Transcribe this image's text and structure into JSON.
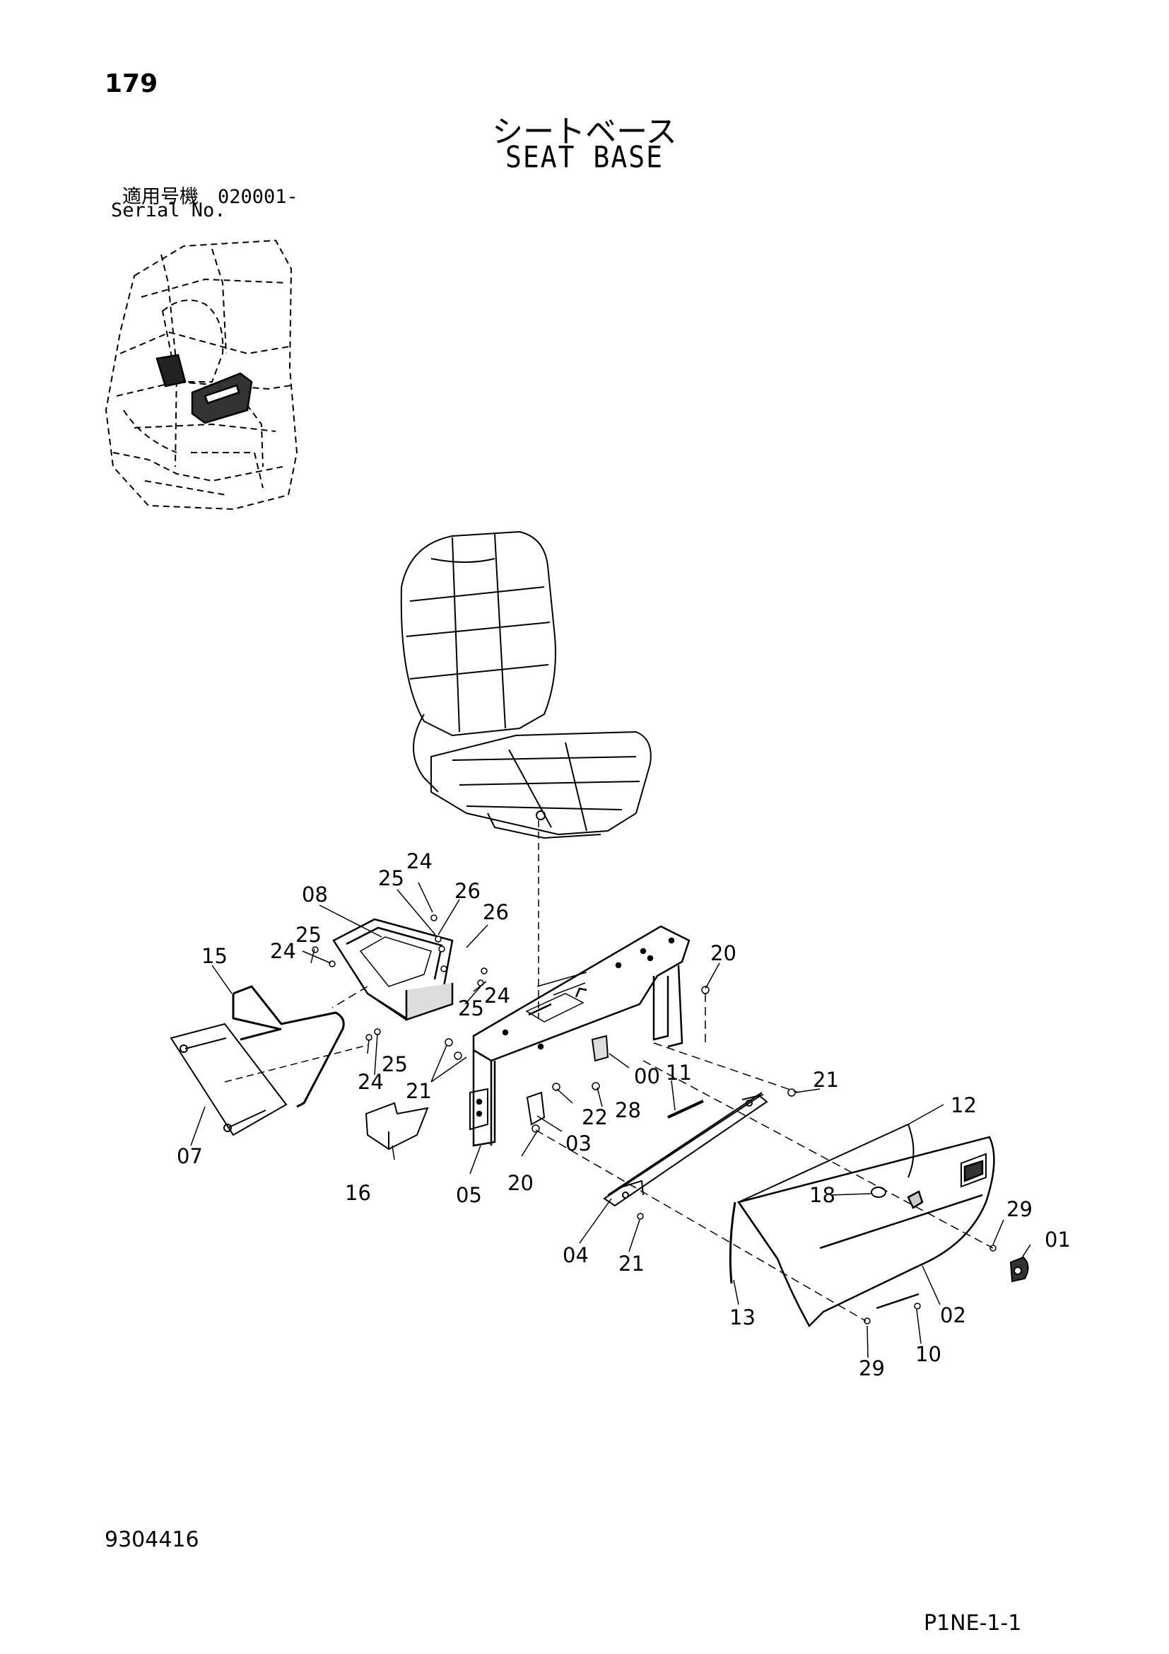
{
  "page": {
    "number": "179",
    "title_jp": "シートベース",
    "title_en": "SEAT BASE",
    "serial_jp": "適用号機　020001-",
    "serial_en": "Serial No.",
    "doc_number": "9304416",
    "page_code": "P1NE-1-1"
  },
  "callouts": [
    {
      "id": "c-24a",
      "label": "24"
    },
    {
      "id": "c-25a",
      "label": "25"
    },
    {
      "id": "c-08",
      "label": "08"
    },
    {
      "id": "c-26a",
      "label": "26"
    },
    {
      "id": "c-26b",
      "label": "26"
    },
    {
      "id": "c-25b",
      "label": "25"
    },
    {
      "id": "c-24b",
      "label": "24"
    },
    {
      "id": "c-15",
      "label": "15"
    },
    {
      "id": "c-25c",
      "label": "25"
    },
    {
      "id": "c-24c",
      "label": "24"
    },
    {
      "id": "c-25d",
      "label": "25"
    },
    {
      "id": "c-24d",
      "label": "24"
    },
    {
      "id": "c-21a",
      "label": "21"
    },
    {
      "id": "c-20a",
      "label": "20"
    },
    {
      "id": "c-00",
      "label": "00"
    },
    {
      "id": "c-11",
      "label": "11"
    },
    {
      "id": "c-22",
      "label": "22"
    },
    {
      "id": "c-28",
      "label": "28"
    },
    {
      "id": "c-03",
      "label": "03"
    },
    {
      "id": "c-07",
      "label": "07"
    },
    {
      "id": "c-16",
      "label": "16"
    },
    {
      "id": "c-05",
      "label": "05"
    },
    {
      "id": "c-20b",
      "label": "20"
    },
    {
      "id": "c-21b",
      "label": "21"
    },
    {
      "id": "c-12",
      "label": "12"
    },
    {
      "id": "c-18",
      "label": "18"
    },
    {
      "id": "c-29a",
      "label": "29"
    },
    {
      "id": "c-01",
      "label": "01"
    },
    {
      "id": "c-04",
      "label": "04"
    },
    {
      "id": "c-21c",
      "label": "21"
    },
    {
      "id": "c-13",
      "label": "13"
    },
    {
      "id": "c-02",
      "label": "02"
    },
    {
      "id": "c-10",
      "label": "10"
    },
    {
      "id": "c-29b",
      "label": "29"
    }
  ]
}
